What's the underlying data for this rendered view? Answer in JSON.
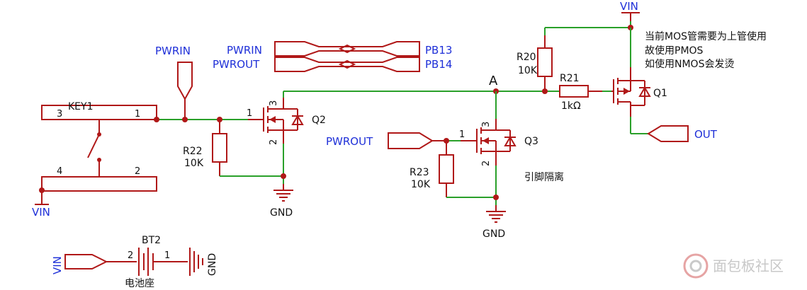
{
  "schematic": {
    "nets": {
      "pwrin_top": "PWRIN",
      "pwrin_ref": "PWRIN",
      "pwrout_ref": "PWROUT",
      "pb13": "PB13",
      "pb14": "PB14",
      "pwrout_q3": "PWROUT",
      "vin_top": "VIN",
      "vin_key": "VIN",
      "vin_bat": "VIN",
      "out": "OUT",
      "gnd_q2": "GND",
      "gnd_q3": "GND",
      "gnd_bat": "GND",
      "node_a": "A"
    },
    "components": {
      "key1": {
        "ref": "KEY1",
        "pin3": "3",
        "pin1": "1",
        "pin4": "4",
        "pin2": "2"
      },
      "r22": {
        "ref": "R22",
        "value": "10K"
      },
      "q2": {
        "ref": "Q2",
        "pin1": "1",
        "pin2": "2",
        "pin3": "3"
      },
      "r20": {
        "ref": "R20",
        "value": "10K"
      },
      "r21": {
        "ref": "R21",
        "value": "1kΩ"
      },
      "q1": {
        "ref": "Q1"
      },
      "r23": {
        "ref": "R23",
        "value": "10K"
      },
      "q3": {
        "ref": "Q3",
        "pin1": "1",
        "pin2": "2",
        "pin3": "3"
      },
      "bt2": {
        "ref": "BT2",
        "pin2": "2",
        "pin1": "1",
        "caption": "电池座"
      }
    },
    "notes": {
      "pmos_line1": "当前MOS管需要为上管使用",
      "pmos_line2": "故使用PMOS",
      "pmos_line3": "如使用NMOS会发烫",
      "isolation": "引脚隔离"
    },
    "watermark": "面包板社区",
    "colors": {
      "wire": "#2aa02a",
      "part": "#b01818",
      "net": "#1f30d8"
    }
  }
}
